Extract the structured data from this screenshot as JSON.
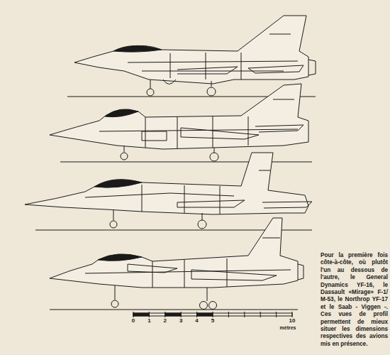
{
  "diagram": {
    "caption": "Pour la première fois côte-à-côte, où plutôt l'un au dessous de l'autre, le General Dynamics YF-16, le Dassault «Mirage» F-1/ M-53, le Northrop YF-17 et le Saab - Viggen -. Ces vues de profil permettent de mieux situer les dimensions respectives des avions mis en présence.",
    "labels": [
      "0",
      "1",
      "2",
      "3",
      "4",
      "5",
      "10",
      "mètres"
    ]
  }
}
